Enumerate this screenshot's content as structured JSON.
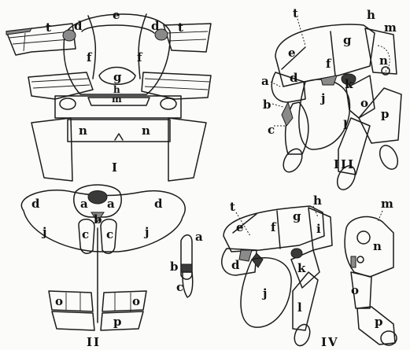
{
  "figures": [
    {
      "numeral": "I",
      "labels": [
        "t",
        "d",
        "e",
        "d",
        "t",
        "f",
        "f",
        "g",
        "h",
        "m",
        "n",
        "n"
      ]
    },
    {
      "numeral": "II",
      "labels": [
        "d",
        "a",
        "a",
        "d",
        "b",
        "c",
        "c",
        "j",
        "j",
        "o",
        "o",
        "p"
      ]
    },
    {
      "numeral": "",
      "labels": [
        "a",
        "b",
        "c"
      ]
    },
    {
      "numeral": "III",
      "labels": [
        "t",
        "h",
        "m",
        "e",
        "g",
        "f",
        "n",
        "a",
        "d",
        "k",
        "j",
        "o",
        "b",
        "c",
        "l",
        "p"
      ]
    },
    {
      "numeral": "IV",
      "labels": [
        "t",
        "h",
        "e",
        "g",
        "f",
        "i",
        "d",
        "k",
        "j",
        "l",
        "m",
        "n",
        "o",
        "p"
      ]
    }
  ]
}
